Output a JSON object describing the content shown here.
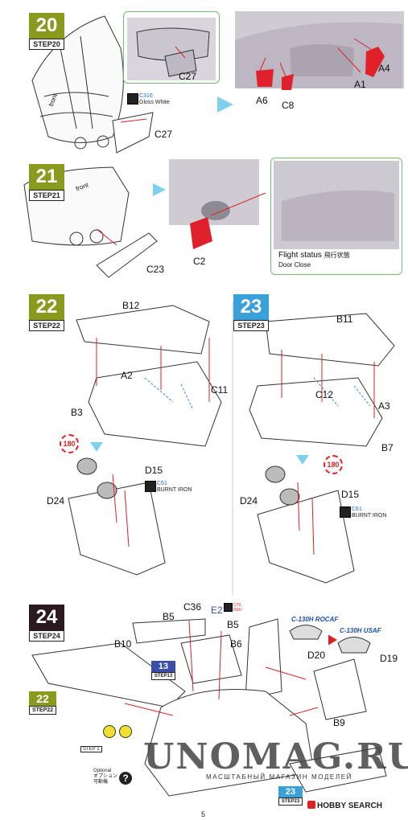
{
  "steps": {
    "s20": {
      "num": "20",
      "label": "STEP20",
      "color": "#8a9a1e"
    },
    "s21": {
      "num": "21",
      "label": "STEP21",
      "color": "#8a9a1e"
    },
    "s22": {
      "num": "22",
      "label": "STEP22",
      "color": "#8a9a1e"
    },
    "s23": {
      "num": "23",
      "label": "STEP23",
      "color": "#3aa0d8"
    },
    "s24": {
      "num": "24",
      "label": "STEP24",
      "color": "#2a1a20"
    },
    "ref22": {
      "num": "22",
      "label": "STEP22",
      "color": "#8a9a1e"
    },
    "ref13": {
      "num": "13",
      "label": "STEP13",
      "color": "#3a4ea8"
    },
    "ref23": {
      "num": "23",
      "label": "STEP23",
      "color": "#3aa0d8"
    },
    "ref1": {
      "label": "STEP 1"
    }
  },
  "parts": {
    "c27a": "C27",
    "c27b": "C27",
    "a6": "A6",
    "c8": "C8",
    "a1": "A1",
    "a4": "A4",
    "c2": "C2",
    "c23": "C23",
    "b12": "B12",
    "a2": "A2",
    "c11": "C11",
    "b3": "B3",
    "d15a": "D15",
    "d24a": "D24",
    "b11": "B11",
    "c12": "C12",
    "a3": "A3",
    "b7": "B7",
    "d15b": "D15",
    "d24b": "D24",
    "c36": "C36",
    "e2": "E2",
    "b5a": "B5",
    "b5b": "B5",
    "b10": "B10",
    "b6": "B6",
    "d20": "D20",
    "d19": "D19",
    "b9": "B9"
  },
  "paints": {
    "c316": {
      "code": "C316",
      "name": "Gloss White"
    },
    "c61a": {
      "code": "C61",
      "name": "BURNT IRON"
    },
    "c61b": {
      "code": "C61",
      "name": "BURNT IRON"
    },
    "c79": {
      "code": "C79",
      "name": "RED"
    }
  },
  "labels": {
    "front1": "front",
    "front2": "front",
    "flight_status": "Flight status",
    "flight_status_jp": "飛行状態",
    "door_close": "Door Close",
    "rot180a": "180",
    "rot180b": "180",
    "rocaf": "C-130H ROCAF",
    "usaf": "C-130H USAF",
    "optional": "Optional",
    "optional_jp": "オプション",
    "optional_jp2": "可動機",
    "qmark": "?"
  },
  "footer": {
    "watermark": "UNOMAG.RU",
    "watermark_sub": "МАСШТАБНЫЙ МАГАЗИН МОДЕЛЕЙ",
    "hobby": "HOBBY SEARCH",
    "page": "5"
  }
}
